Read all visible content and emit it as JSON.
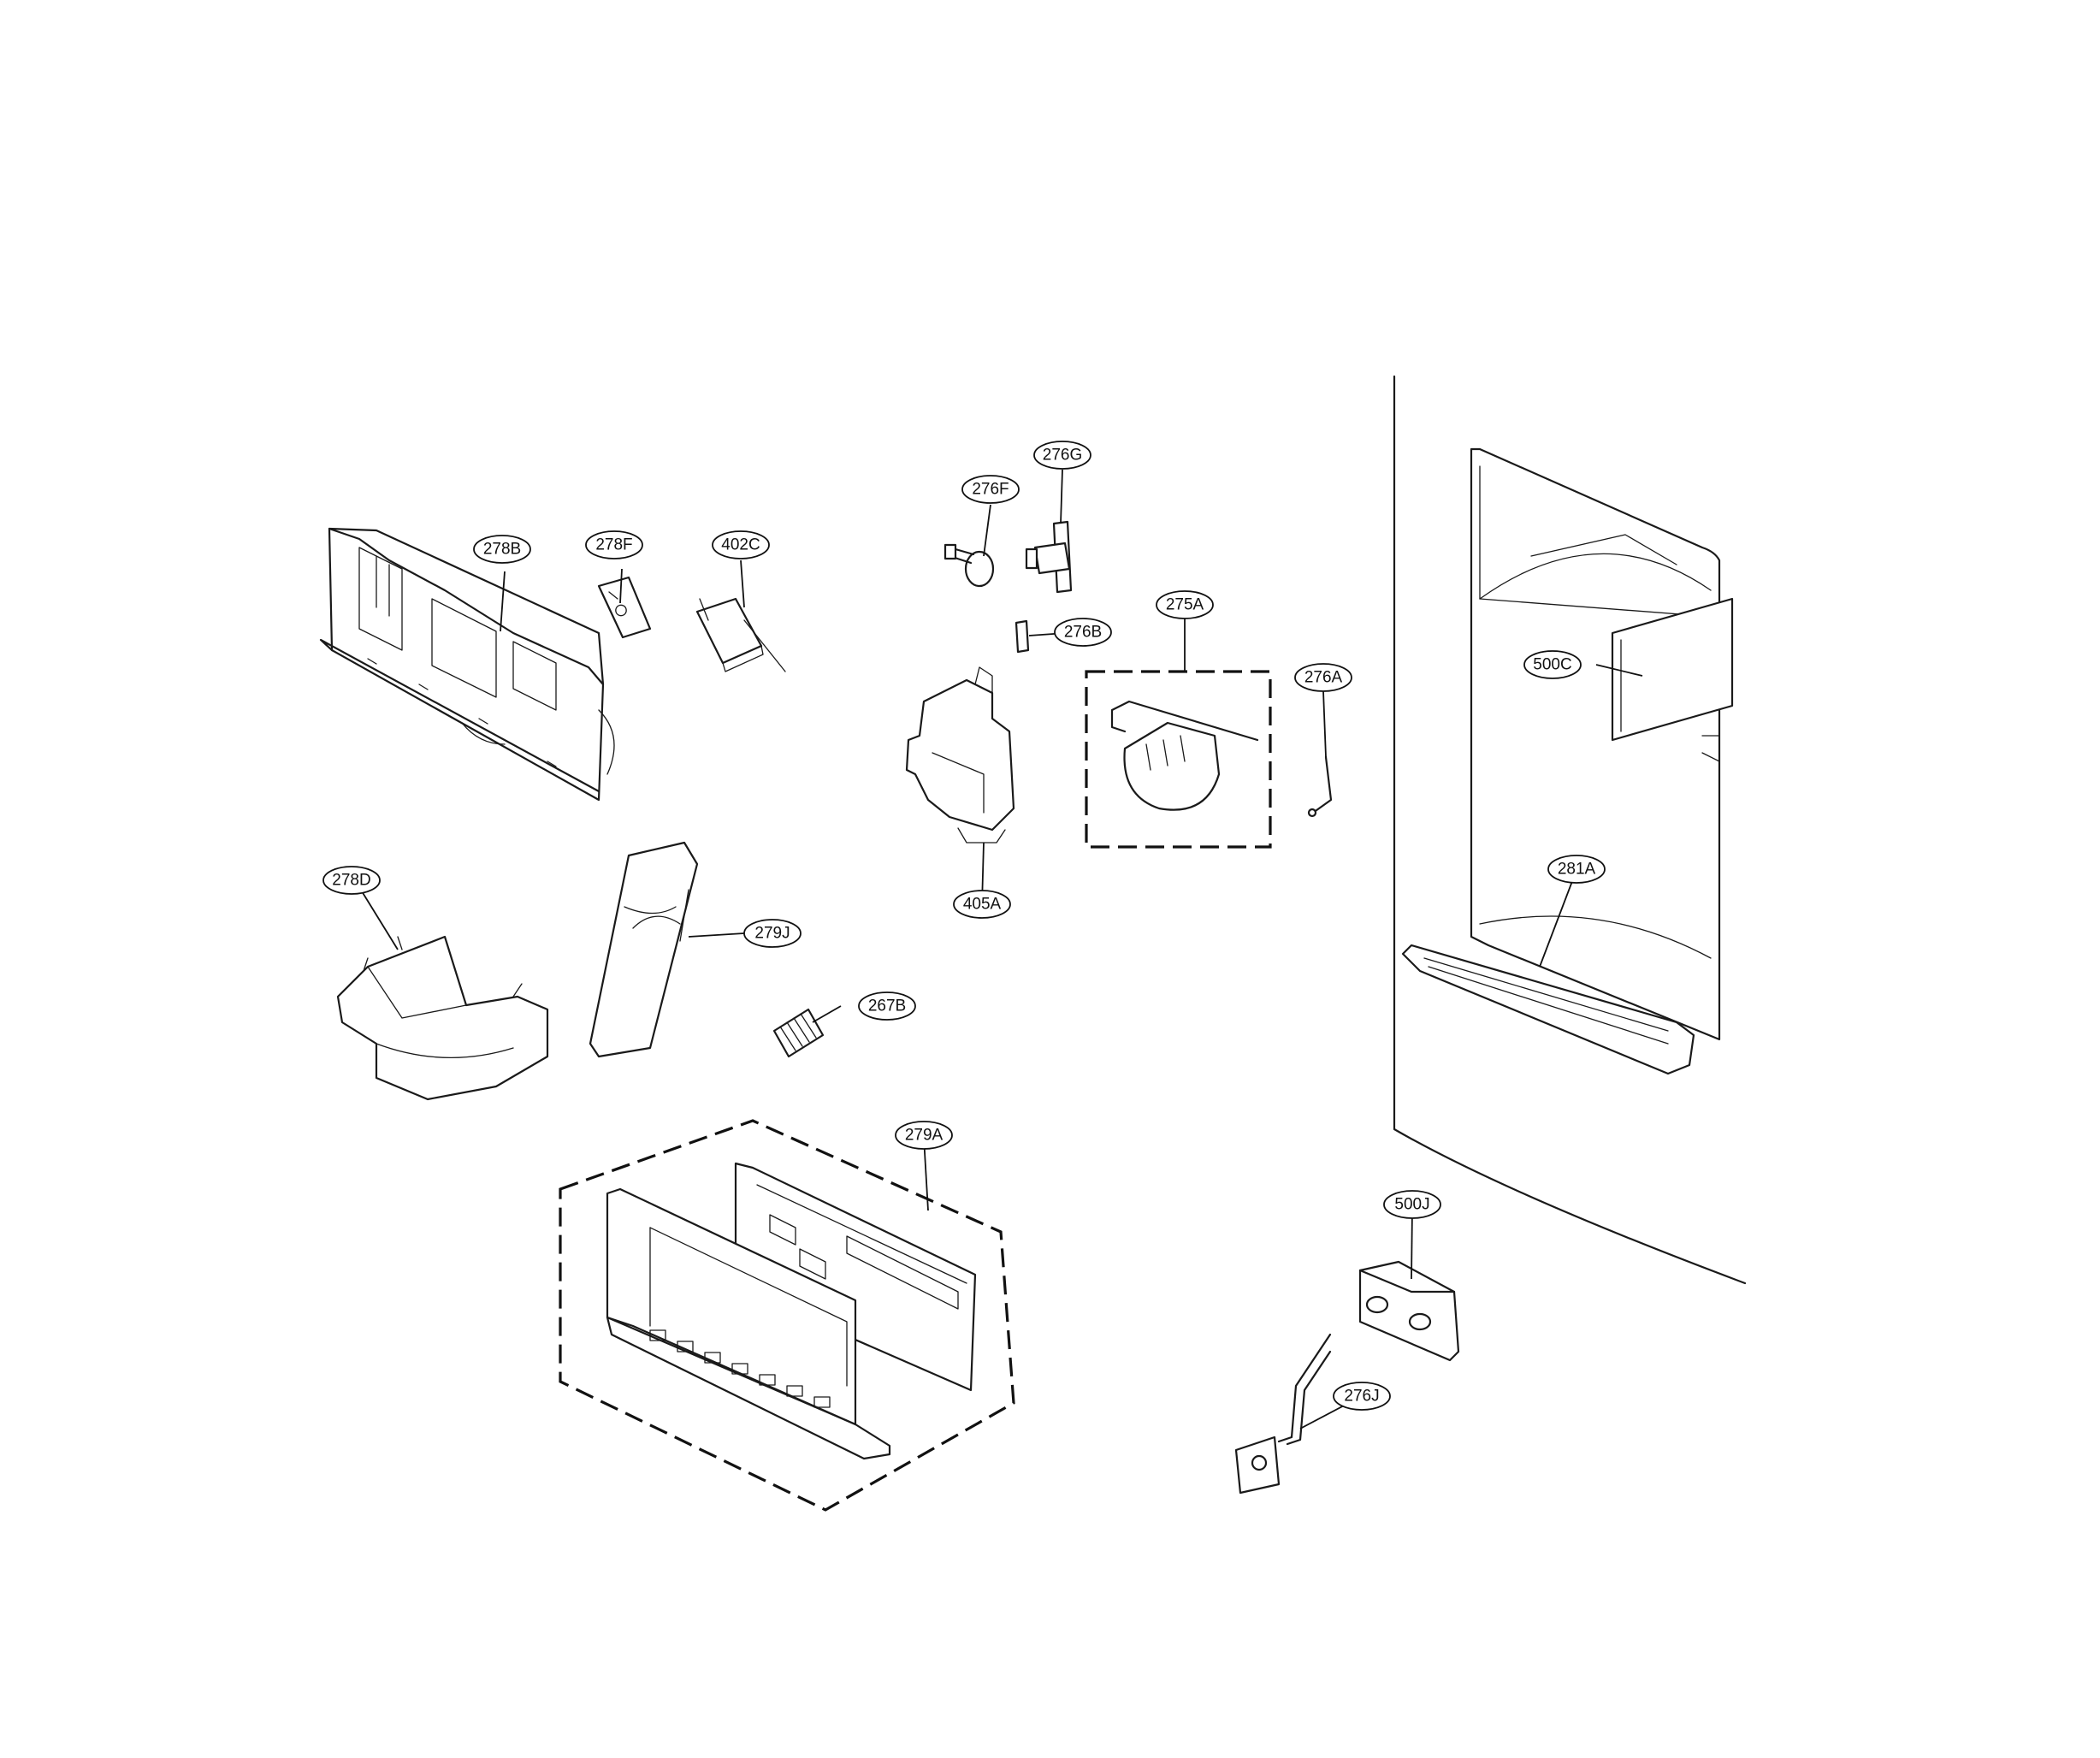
{
  "callouts": [
    {
      "id": "278B",
      "label": "278B"
    },
    {
      "id": "278F",
      "label": "278F"
    },
    {
      "id": "402C",
      "label": "402C"
    },
    {
      "id": "276F",
      "label": "276F"
    },
    {
      "id": "276G",
      "label": "276G"
    },
    {
      "id": "276B",
      "label": "276B"
    },
    {
      "id": "275A",
      "label": "275A"
    },
    {
      "id": "276A",
      "label": "276A"
    },
    {
      "id": "500C",
      "label": "500C"
    },
    {
      "id": "281A",
      "label": "281A"
    },
    {
      "id": "405A",
      "label": "405A"
    },
    {
      "id": "278D",
      "label": "278D"
    },
    {
      "id": "279J",
      "label": "279J"
    },
    {
      "id": "267B",
      "label": "267B"
    },
    {
      "id": "279A",
      "label": "279A"
    },
    {
      "id": "500J",
      "label": "500J"
    },
    {
      "id": "276J",
      "label": "276J"
    }
  ]
}
